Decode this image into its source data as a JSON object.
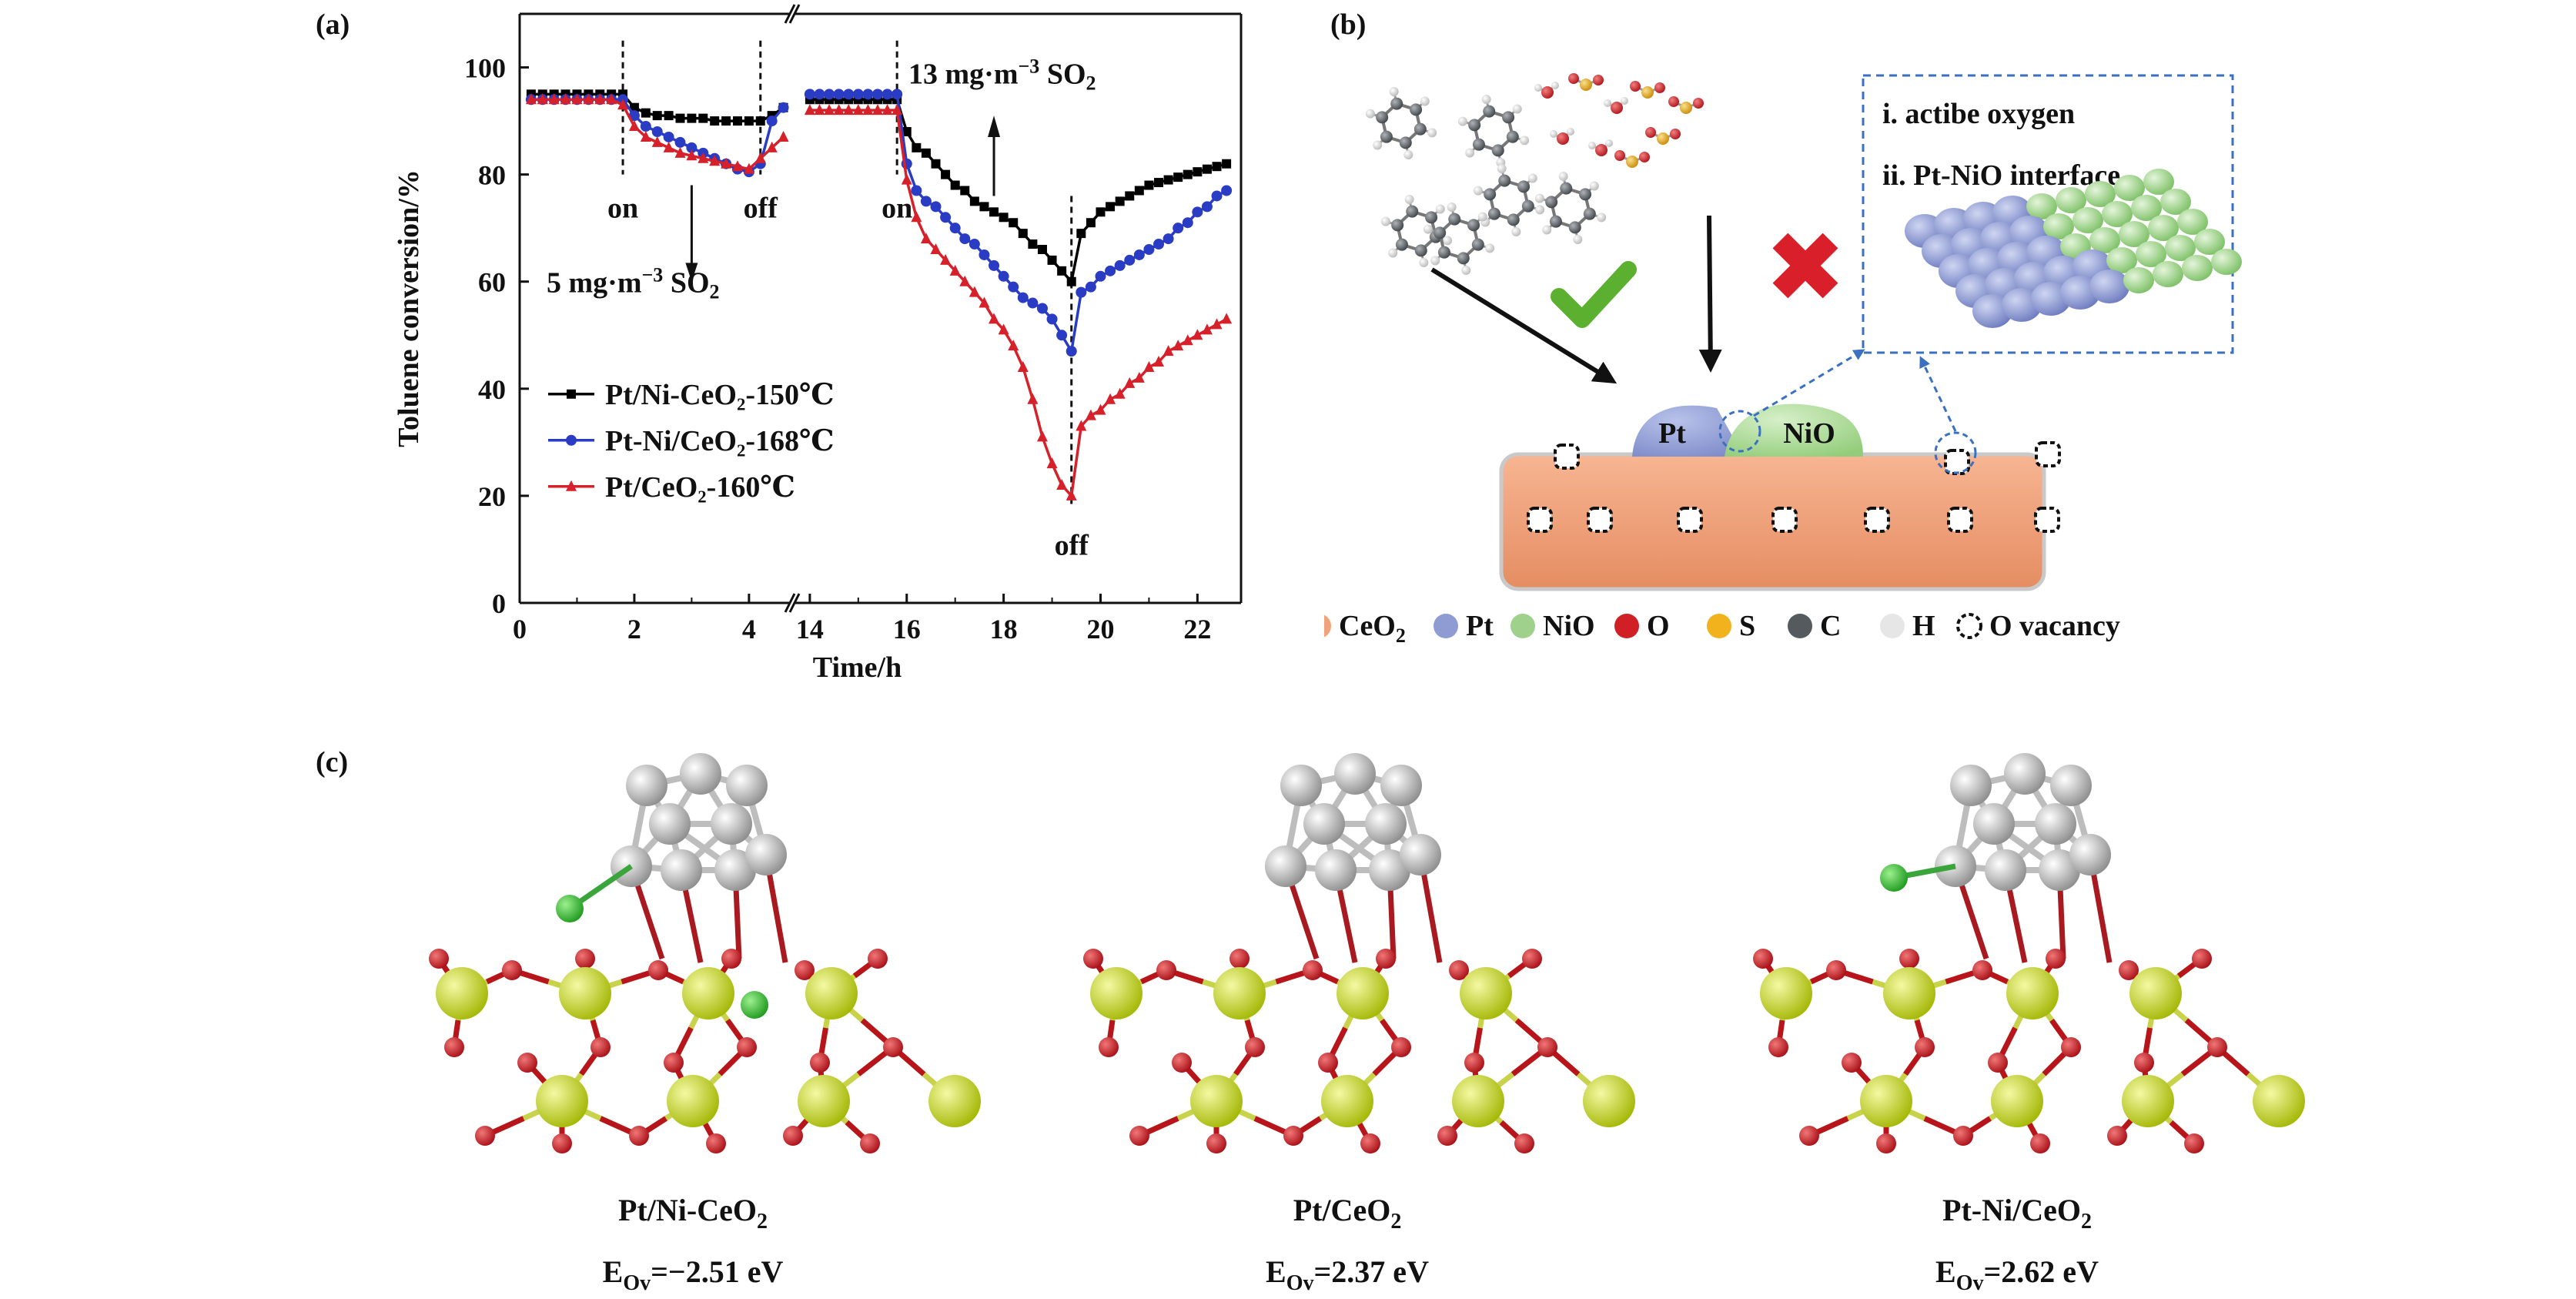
{
  "panels": {
    "a": "(a)",
    "b": "(b)",
    "c": "(c)"
  },
  "chart_data": {
    "type": "line",
    "xlabel": "Time/h",
    "ylabel": "Toluene conversion/%",
    "xlim_left": [
      0,
      4.7
    ],
    "xlim_right": [
      13.7,
      22.9
    ],
    "ylim": [
      0,
      110
    ],
    "xticks_left": [
      "0",
      "2",
      "4"
    ],
    "xticks_right": [
      "14",
      "16",
      "18",
      "20",
      "22"
    ],
    "yticks": [
      "0",
      "20",
      "40",
      "60",
      "80",
      "100"
    ],
    "legend_position": "lower-left",
    "series": [
      {
        "name": "Pt/Ni-CeO₂-150℃",
        "color": "#000000",
        "marker": "square",
        "left": [
          [
            0.2,
            95
          ],
          [
            0.4,
            95
          ],
          [
            0.6,
            95
          ],
          [
            0.8,
            95
          ],
          [
            1.0,
            95
          ],
          [
            1.2,
            95
          ],
          [
            1.4,
            95
          ],
          [
            1.6,
            95
          ],
          [
            1.8,
            95
          ],
          [
            2.0,
            92.5
          ],
          [
            2.2,
            91.5
          ],
          [
            2.4,
            91
          ],
          [
            2.6,
            91
          ],
          [
            2.8,
            90.5
          ],
          [
            3.0,
            90.5
          ],
          [
            3.2,
            90.5
          ],
          [
            3.4,
            90
          ],
          [
            3.6,
            90
          ],
          [
            3.8,
            90
          ],
          [
            4.0,
            90
          ],
          [
            4.2,
            90
          ],
          [
            4.4,
            91
          ],
          [
            4.6,
            92.5
          ]
        ],
        "right": [
          [
            14.0,
            94
          ],
          [
            14.2,
            94
          ],
          [
            14.4,
            94
          ],
          [
            14.6,
            94
          ],
          [
            14.8,
            94
          ],
          [
            15.0,
            94
          ],
          [
            15.2,
            94
          ],
          [
            15.4,
            94
          ],
          [
            15.6,
            94
          ],
          [
            15.8,
            94
          ],
          [
            16.0,
            88
          ],
          [
            16.2,
            85
          ],
          [
            16.4,
            84
          ],
          [
            16.6,
            82
          ],
          [
            16.8,
            80
          ],
          [
            17.0,
            78
          ],
          [
            17.2,
            77
          ],
          [
            17.4,
            75
          ],
          [
            17.6,
            74
          ],
          [
            17.8,
            73
          ],
          [
            18.0,
            72
          ],
          [
            18.2,
            71
          ],
          [
            18.4,
            69
          ],
          [
            18.6,
            67
          ],
          [
            18.8,
            66
          ],
          [
            19.0,
            64
          ],
          [
            19.2,
            62
          ],
          [
            19.4,
            60
          ],
          [
            19.6,
            69
          ],
          [
            19.8,
            71
          ],
          [
            20.0,
            73
          ],
          [
            20.2,
            74
          ],
          [
            20.4,
            75
          ],
          [
            20.6,
            76
          ],
          [
            20.8,
            77
          ],
          [
            21.0,
            78
          ],
          [
            21.2,
            78.5
          ],
          [
            21.4,
            79
          ],
          [
            21.6,
            79.5
          ],
          [
            21.8,
            80
          ],
          [
            22.0,
            80.5
          ],
          [
            22.2,
            81
          ],
          [
            22.4,
            81.5
          ],
          [
            22.6,
            82
          ]
        ]
      },
      {
        "name": "Pt-Ni/CeO₂-168℃",
        "color": "#2a3bc4",
        "marker": "circle",
        "left": [
          [
            0.2,
            94
          ],
          [
            0.4,
            94
          ],
          [
            0.6,
            94
          ],
          [
            0.8,
            94
          ],
          [
            1.0,
            94
          ],
          [
            1.2,
            94
          ],
          [
            1.4,
            94
          ],
          [
            1.6,
            94
          ],
          [
            1.8,
            94
          ],
          [
            2.0,
            91
          ],
          [
            2.2,
            89
          ],
          [
            2.4,
            88
          ],
          [
            2.6,
            87
          ],
          [
            2.8,
            86
          ],
          [
            3.0,
            85
          ],
          [
            3.2,
            84
          ],
          [
            3.4,
            83
          ],
          [
            3.6,
            82
          ],
          [
            3.8,
            81
          ],
          [
            4.0,
            80.5
          ],
          [
            4.2,
            82
          ],
          [
            4.4,
            90
          ],
          [
            4.6,
            92.5
          ]
        ],
        "right": [
          [
            14.0,
            95
          ],
          [
            14.2,
            95
          ],
          [
            14.4,
            95
          ],
          [
            14.6,
            95
          ],
          [
            14.8,
            95
          ],
          [
            15.0,
            95
          ],
          [
            15.2,
            95
          ],
          [
            15.4,
            95
          ],
          [
            15.6,
            95
          ],
          [
            15.8,
            95
          ],
          [
            16.0,
            82
          ],
          [
            16.2,
            77
          ],
          [
            16.4,
            75
          ],
          [
            16.6,
            74
          ],
          [
            16.8,
            72
          ],
          [
            17.0,
            70
          ],
          [
            17.2,
            68
          ],
          [
            17.4,
            67
          ],
          [
            17.6,
            65
          ],
          [
            17.8,
            63
          ],
          [
            18.0,
            61
          ],
          [
            18.2,
            59
          ],
          [
            18.4,
            57
          ],
          [
            18.6,
            56
          ],
          [
            18.8,
            55
          ],
          [
            19.0,
            53
          ],
          [
            19.2,
            50
          ],
          [
            19.4,
            47
          ],
          [
            19.6,
            58
          ],
          [
            19.8,
            59
          ],
          [
            20.0,
            61
          ],
          [
            20.2,
            62
          ],
          [
            20.4,
            63
          ],
          [
            20.6,
            64
          ],
          [
            20.8,
            65
          ],
          [
            21.0,
            66
          ],
          [
            21.2,
            67
          ],
          [
            21.4,
            68
          ],
          [
            21.6,
            70
          ],
          [
            21.8,
            71
          ],
          [
            22.0,
            73
          ],
          [
            22.2,
            74
          ],
          [
            22.4,
            76
          ],
          [
            22.6,
            77
          ]
        ]
      },
      {
        "name": "Pt/CeO₂-160℃",
        "color": "#d6202a",
        "marker": "triangle",
        "left": [
          [
            0.2,
            94
          ],
          [
            0.4,
            94
          ],
          [
            0.6,
            94
          ],
          [
            0.8,
            94
          ],
          [
            1.0,
            94
          ],
          [
            1.2,
            94
          ],
          [
            1.4,
            94
          ],
          [
            1.6,
            94
          ],
          [
            1.8,
            93
          ],
          [
            2.0,
            89
          ],
          [
            2.2,
            87
          ],
          [
            2.4,
            86
          ],
          [
            2.6,
            85
          ],
          [
            2.8,
            84
          ],
          [
            3.0,
            83.5
          ],
          [
            3.2,
            83
          ],
          [
            3.4,
            82.5
          ],
          [
            3.6,
            82
          ],
          [
            3.8,
            81.5
          ],
          [
            4.0,
            81
          ],
          [
            4.2,
            83
          ],
          [
            4.4,
            85
          ],
          [
            4.6,
            87
          ]
        ],
        "right": [
          [
            14.0,
            92
          ],
          [
            14.2,
            92
          ],
          [
            14.4,
            92
          ],
          [
            14.6,
            92
          ],
          [
            14.8,
            92
          ],
          [
            15.0,
            92
          ],
          [
            15.2,
            92
          ],
          [
            15.4,
            92
          ],
          [
            15.6,
            92
          ],
          [
            15.8,
            92
          ],
          [
            16.0,
            79
          ],
          [
            16.2,
            72
          ],
          [
            16.4,
            68
          ],
          [
            16.6,
            66
          ],
          [
            16.8,
            64
          ],
          [
            17.0,
            62
          ],
          [
            17.2,
            60
          ],
          [
            17.4,
            58
          ],
          [
            17.6,
            56
          ],
          [
            17.8,
            53
          ],
          [
            18.0,
            51
          ],
          [
            18.2,
            48
          ],
          [
            18.4,
            44
          ],
          [
            18.6,
            38
          ],
          [
            18.8,
            31
          ],
          [
            19.0,
            26
          ],
          [
            19.2,
            22
          ],
          [
            19.4,
            20
          ],
          [
            19.6,
            33
          ],
          [
            19.8,
            35
          ],
          [
            20.0,
            36
          ],
          [
            20.2,
            38
          ],
          [
            20.4,
            39
          ],
          [
            20.6,
            41
          ],
          [
            20.8,
            42
          ],
          [
            21.0,
            44
          ],
          [
            21.2,
            45
          ],
          [
            21.4,
            47
          ],
          [
            21.6,
            48
          ],
          [
            21.8,
            49
          ],
          [
            22.0,
            50
          ],
          [
            22.2,
            51
          ],
          [
            22.4,
            52
          ],
          [
            22.6,
            53
          ]
        ]
      }
    ],
    "events": [
      {
        "x": 1.8,
        "label": "on"
      },
      {
        "x": 4.2,
        "label": "off"
      },
      {
        "x": 15.8,
        "label": "on"
      },
      {
        "x": 19.4,
        "label": "off"
      }
    ],
    "annotations": {
      "so2_low_prefix": "5 mg·m",
      "so2_low_exp": "−3",
      "so2_low_suffix": " SO",
      "so2_low_sub": "2",
      "so2_high_prefix": "13 mg·m",
      "so2_high_exp": "−3",
      "so2_high_suffix": " SO",
      "so2_high_sub": "2"
    }
  },
  "schematic": {
    "info_line1": "i. actibe oxygen",
    "info_line2": "ii. Pt-NiO interface",
    "pt_label": "Pt",
    "nio_label": "NiO",
    "legend": [
      {
        "label": "CeO",
        "sub": "2",
        "color": "#f0a27a"
      },
      {
        "label": "Pt",
        "sub": "",
        "color": "#8f9bd3"
      },
      {
        "label": "NiO",
        "sub": "",
        "color": "#9fd08c"
      },
      {
        "label": "O",
        "sub": "",
        "color": "#d01f25"
      },
      {
        "label": "S",
        "sub": "",
        "color": "#f2b21e"
      },
      {
        "label": "C",
        "sub": "",
        "color": "#555a5f"
      },
      {
        "label": "H",
        "sub": "",
        "color": "#e6e6e6"
      },
      {
        "label": "O vacancy",
        "sub": "",
        "color": "vacancy"
      }
    ]
  },
  "structures": [
    {
      "name": "Pt/Ni-CeO",
      "sub": "2",
      "energy_prefix": "E",
      "energy_sub": "Ov",
      "energy_value": "=−2.51 eV"
    },
    {
      "name": "Pt/CeO",
      "sub": "2",
      "energy_prefix": "E",
      "energy_sub": "Ov",
      "energy_value": "=2.37 eV"
    },
    {
      "name": "Pt-Ni/CeO",
      "sub": "2",
      "energy_prefix": "E",
      "energy_sub": "Ov",
      "energy_value": "=2.62 eV"
    }
  ]
}
